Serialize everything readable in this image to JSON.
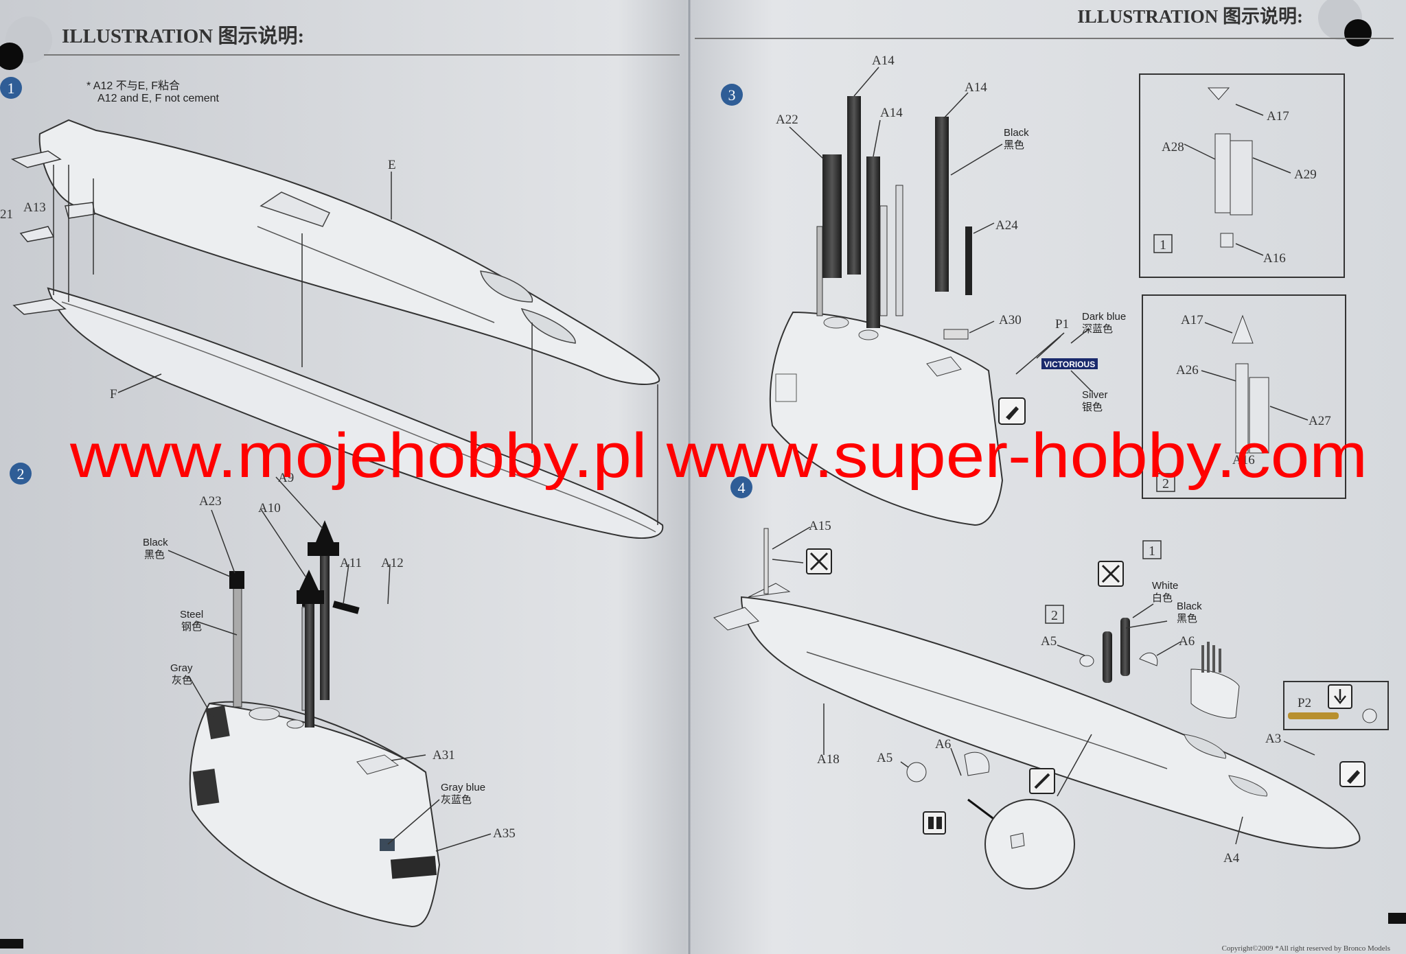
{
  "header": {
    "left_title": "ILLUSTRATION 图示说明:",
    "right_title": "ILLUSTRATION 图示说明:"
  },
  "steps": {
    "s1": "1",
    "s2": "2",
    "s3": "3",
    "s4": "4"
  },
  "step1": {
    "note_line1": "* A12 不与E, F粘合",
    "note_line2": "A12 and E, F not cement",
    "labels": {
      "e": "E",
      "f": "F",
      "a13": "A13",
      "a21": "21"
    }
  },
  "step2": {
    "labels": {
      "a23": "A23",
      "a9": "A9",
      "a10": "A10",
      "a11": "A11",
      "a12": "A12",
      "a31": "A31",
      "a35": "A35"
    },
    "colors": {
      "black_en": "Black",
      "black_cn": "黑色",
      "steel_en": "Steel",
      "steel_cn": "钢色",
      "gray_en": "Gray",
      "gray_cn": "灰色",
      "grayblue_en": "Gray blue",
      "grayblue_cn": "灰蓝色"
    }
  },
  "step3": {
    "labels": {
      "a14a": "A14",
      "a14b": "A14",
      "a14c": "A14",
      "a22": "A22",
      "a24": "A24",
      "a30": "A30",
      "p1": "P1"
    },
    "colors": {
      "black_en": "Black",
      "black_cn": "黑色",
      "darkblue_en": "Dark blue",
      "darkblue_cn": "深蓝色",
      "silver_en": "Silver",
      "silver_cn": "银色"
    },
    "decal": "VICTORIOUS",
    "inset1": {
      "num": "1",
      "a17": "A17",
      "a28": "A28",
      "a29": "A29",
      "a16": "A16"
    },
    "inset2": {
      "num": "2",
      "a17": "A17",
      "a26": "A26",
      "a27": "A27",
      "a16": "A16"
    }
  },
  "step4": {
    "labels": {
      "a15": "A15",
      "a18": "A18",
      "a5a": "A5",
      "a6a": "A6",
      "a5b": "A5",
      "a6b": "A6",
      "a3": "A3",
      "a4": "A4",
      "p2": "P2",
      "box1": "1",
      "box2": "2"
    },
    "colors": {
      "white_en": "White",
      "white_cn": "白色",
      "black_en": "Black",
      "black_cn": "黑色"
    }
  },
  "watermark": "www.mojehobby.pl www.super-hobby.com",
  "footer": "Copyright©2009 *All right reserved by Bronco Models",
  "accent_colors": {
    "step_circle": "#2f5d96",
    "watermark": "#ff0000",
    "decal_bg": "#1a2a6c"
  }
}
